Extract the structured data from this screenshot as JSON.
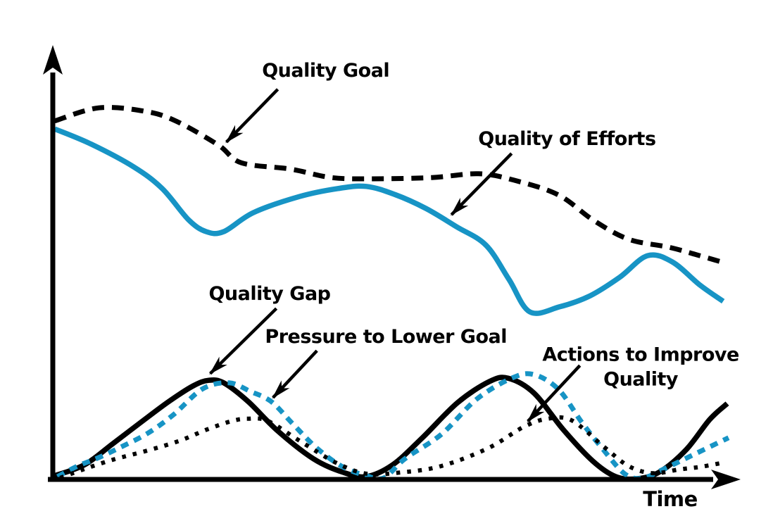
{
  "page": {
    "background": "#ffffff",
    "foreground": "#000000",
    "accent_blue": "#1794c5"
  },
  "chart_data": {
    "type": "line",
    "title": "",
    "xlabel": "Time",
    "ylabel": "",
    "grid": false,
    "legend_position": "none",
    "x_axis": {
      "label": "Time",
      "range": [
        0,
        100
      ],
      "ticks": []
    },
    "y_axis": {
      "label": "",
      "range": [
        0,
        100
      ],
      "ticks": []
    },
    "series": [
      {
        "id": "quality-goal",
        "name": "Quality Goal",
        "style": "dashed",
        "color": "#000000",
        "points": [
          [
            0.6,
            84.7
          ],
          [
            7.1,
            87.8
          ],
          [
            13.9,
            87.0
          ],
          [
            18.5,
            84.7
          ],
          [
            24.8,
            79.0
          ],
          [
            28.2,
            74.8
          ],
          [
            35.5,
            73.3
          ],
          [
            41.5,
            71.3
          ],
          [
            47.7,
            71.0
          ],
          [
            56.4,
            71.3
          ],
          [
            63.3,
            72.2
          ],
          [
            68.5,
            70.7
          ],
          [
            75.1,
            67.2
          ],
          [
            80.3,
            61.2
          ],
          [
            85.5,
            56.7
          ],
          [
            91.5,
            54.8
          ],
          [
            95.6,
            53.0
          ],
          [
            99.3,
            51.3
          ]
        ]
      },
      {
        "id": "quality-of-efforts",
        "name": "Quality of Efforts",
        "style": "solid",
        "color": "#1794c5",
        "points": [
          [
            0.6,
            82.8
          ],
          [
            6.0,
            79.2
          ],
          [
            12.3,
            73.8
          ],
          [
            16.5,
            68.7
          ],
          [
            20.4,
            61.3
          ],
          [
            23.0,
            58.5
          ],
          [
            25.6,
            58.5
          ],
          [
            30.0,
            63.0
          ],
          [
            36.8,
            66.8
          ],
          [
            42.5,
            68.7
          ],
          [
            46.7,
            69.2
          ],
          [
            50.9,
            67.3
          ],
          [
            55.5,
            64.0
          ],
          [
            60.0,
            59.7
          ],
          [
            64.4,
            55.3
          ],
          [
            67.8,
            47.2
          ],
          [
            70.9,
            39.5
          ],
          [
            75.3,
            40.7
          ],
          [
            79.8,
            43.3
          ],
          [
            84.2,
            47.7
          ],
          [
            88.3,
            52.8
          ],
          [
            92.0,
            51.3
          ],
          [
            96.1,
            45.8
          ],
          [
            99.5,
            42.0
          ]
        ]
      },
      {
        "id": "quality-gap",
        "name": "Quality Gap",
        "style": "solid",
        "color": "#000000",
        "points": [
          [
            0.6,
            0.7
          ],
          [
            5.0,
            3.3
          ],
          [
            9.2,
            8.3
          ],
          [
            13.3,
            13.3
          ],
          [
            17.5,
            18.3
          ],
          [
            21.1,
            22.0
          ],
          [
            23.4,
            23.3
          ],
          [
            25.6,
            22.7
          ],
          [
            29.2,
            18.3
          ],
          [
            33.6,
            11.3
          ],
          [
            38.9,
            4.7
          ],
          [
            43.3,
            1.5
          ],
          [
            46.7,
            0.5
          ],
          [
            50.6,
            3.3
          ],
          [
            55.0,
            9.7
          ],
          [
            60.2,
            18.0
          ],
          [
            64.9,
            23.0
          ],
          [
            67.7,
            23.8
          ],
          [
            71.5,
            20.3
          ],
          [
            75.8,
            11.7
          ],
          [
            80.2,
            4.2
          ],
          [
            83.6,
            0.5
          ],
          [
            86.8,
            0.0
          ],
          [
            90.2,
            1.7
          ],
          [
            94.1,
            7.0
          ],
          [
            97.5,
            14.0
          ],
          [
            100.1,
            17.8
          ]
        ]
      },
      {
        "id": "pressure-to-lower-goal",
        "name": "Pressure to Lower Goal",
        "style": "dashed-short",
        "color": "#1794c5",
        "points": [
          [
            1.0,
            0.5
          ],
          [
            4.0,
            3.0
          ],
          [
            7.1,
            5.0
          ],
          [
            10.4,
            7.5
          ],
          [
            14.4,
            10.8
          ],
          [
            18.2,
            15.2
          ],
          [
            22.5,
            21.3
          ],
          [
            26.4,
            22.7
          ],
          [
            29.5,
            20.7
          ],
          [
            32.6,
            18.3
          ],
          [
            35.7,
            13.2
          ],
          [
            39.2,
            7.5
          ],
          [
            43.0,
            3.0
          ],
          [
            46.7,
            0.7
          ],
          [
            49.3,
            0.2
          ],
          [
            52.4,
            4.7
          ],
          [
            57.8,
            10.5
          ],
          [
            63.0,
            18.8
          ],
          [
            68.2,
            23.8
          ],
          [
            71.4,
            24.7
          ],
          [
            75.1,
            21.2
          ],
          [
            78.6,
            13.3
          ],
          [
            81.6,
            7.2
          ],
          [
            84.9,
            1.2
          ],
          [
            87.5,
            0.1
          ],
          [
            90.6,
            2.2
          ],
          [
            94.6,
            5.3
          ],
          [
            100.3,
            9.7
          ]
        ]
      },
      {
        "id": "actions-to-improve-quality",
        "name": "Actions to Improve Quality",
        "style": "dotted",
        "color": "#000000",
        "points": [
          [
            1.4,
            0.2
          ],
          [
            5.0,
            2.3
          ],
          [
            9.2,
            4.5
          ],
          [
            14.4,
            6.7
          ],
          [
            19.1,
            9.0
          ],
          [
            23.2,
            11.7
          ],
          [
            26.9,
            13.7
          ],
          [
            29.2,
            14.2
          ],
          [
            32.1,
            13.7
          ],
          [
            37.0,
            8.8
          ],
          [
            42.2,
            3.8
          ],
          [
            46.7,
            1.2
          ],
          [
            51.9,
            1.5
          ],
          [
            57.8,
            3.0
          ],
          [
            64.7,
            7.2
          ],
          [
            69.9,
            12.2
          ],
          [
            73.5,
            14.2
          ],
          [
            77.1,
            13.8
          ],
          [
            81.9,
            7.5
          ],
          [
            85.5,
            3.0
          ],
          [
            89.1,
            1.3
          ],
          [
            93.0,
            2.2
          ],
          [
            96.1,
            2.8
          ],
          [
            99.5,
            3.8
          ]
        ]
      }
    ],
    "annotations": [
      {
        "id": "quality-goal",
        "text": "Quality Goal",
        "x": 40.7,
        "y": 96.7,
        "arrow": {
          "from": [
            33.6,
            92.2
          ],
          "to": [
            26.0,
            79.7
          ]
        }
      },
      {
        "id": "quality-of-efforts",
        "text": "Quality of Efforts",
        "x": 76.4,
        "y": 80.5,
        "arrow": {
          "from": [
            68.2,
            77.0
          ],
          "to": [
            59.3,
            62.5
          ]
        }
      },
      {
        "id": "quality-gap",
        "text": "Quality Gap",
        "x": 32.4,
        "y": 43.8,
        "arrow": {
          "from": [
            33.4,
            40.3
          ],
          "to": [
            23.6,
            24.9
          ]
        }
      },
      {
        "id": "pressure-to-lower-goal",
        "text": "Pressure to Lower Goal",
        "x": 49.6,
        "y": 33.7,
        "arrow": {
          "from": [
            39.4,
            30.3
          ],
          "to": [
            32.9,
            19.2
          ]
        }
      },
      {
        "id": "actions-to-improve-quality",
        "text": "Actions to Improve\nQuality",
        "x": 87.3,
        "y": 26.5,
        "arrow": {
          "from": [
            78.3,
            26.8
          ],
          "to": [
            70.6,
            13.6
          ]
        }
      }
    ]
  }
}
